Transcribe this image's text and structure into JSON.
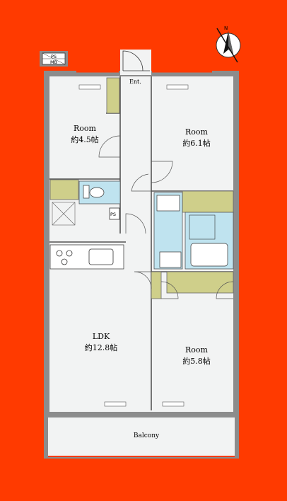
{
  "compass": {
    "label": "N"
  },
  "meter_box": {
    "line1": "PS",
    "line2": "MB"
  },
  "entrance": {
    "label": "Ent."
  },
  "rooms": [
    {
      "id": "room-west",
      "name": "Room",
      "size": "約4.5帖"
    },
    {
      "id": "room-north-east",
      "name": "Room",
      "size": "約6.1帖"
    },
    {
      "id": "ldk",
      "name": "LDK",
      "size": "約12.8帖"
    },
    {
      "id": "room-south-east",
      "name": "Room",
      "size": "約5.8帖"
    }
  ],
  "pipe_space": {
    "label": "PS"
  },
  "balcony": {
    "label": "Balcony"
  },
  "colors": {
    "background": "#ff3a00",
    "floor": "#f2f3f3",
    "wall": "#8c8c8c",
    "storage": "#cfcf8a",
    "wet_area": "#bfe3ef",
    "accent_line": "#ff3a00"
  }
}
